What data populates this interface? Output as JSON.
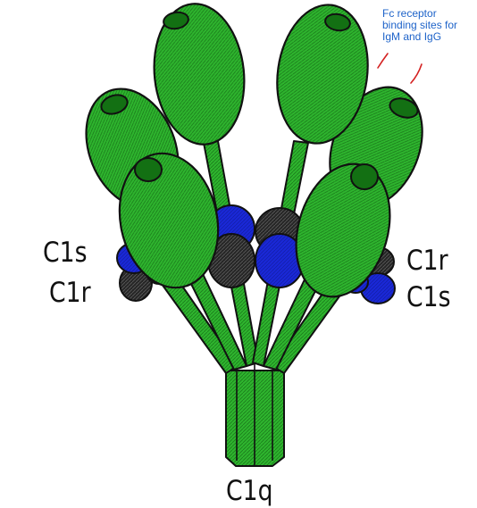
{
  "labels": {
    "c1s_left": "C1s",
    "c1r_left": "C1r",
    "c1r_right": "C1r",
    "c1s_right": "C1s",
    "c1q": "C1q"
  },
  "annotation": {
    "line1": "Fc receptor",
    "line2": "binding sites for",
    "line3": "IgM and IgG"
  },
  "colors": {
    "c1q_green": "#2eb52e",
    "c1q_head_dark": "#137013",
    "c1s_blue": "#1a28d6",
    "c1r_black": "#2a2a2a",
    "annotation_blue": "#1e63c9",
    "pointer_red": "#d42020"
  }
}
